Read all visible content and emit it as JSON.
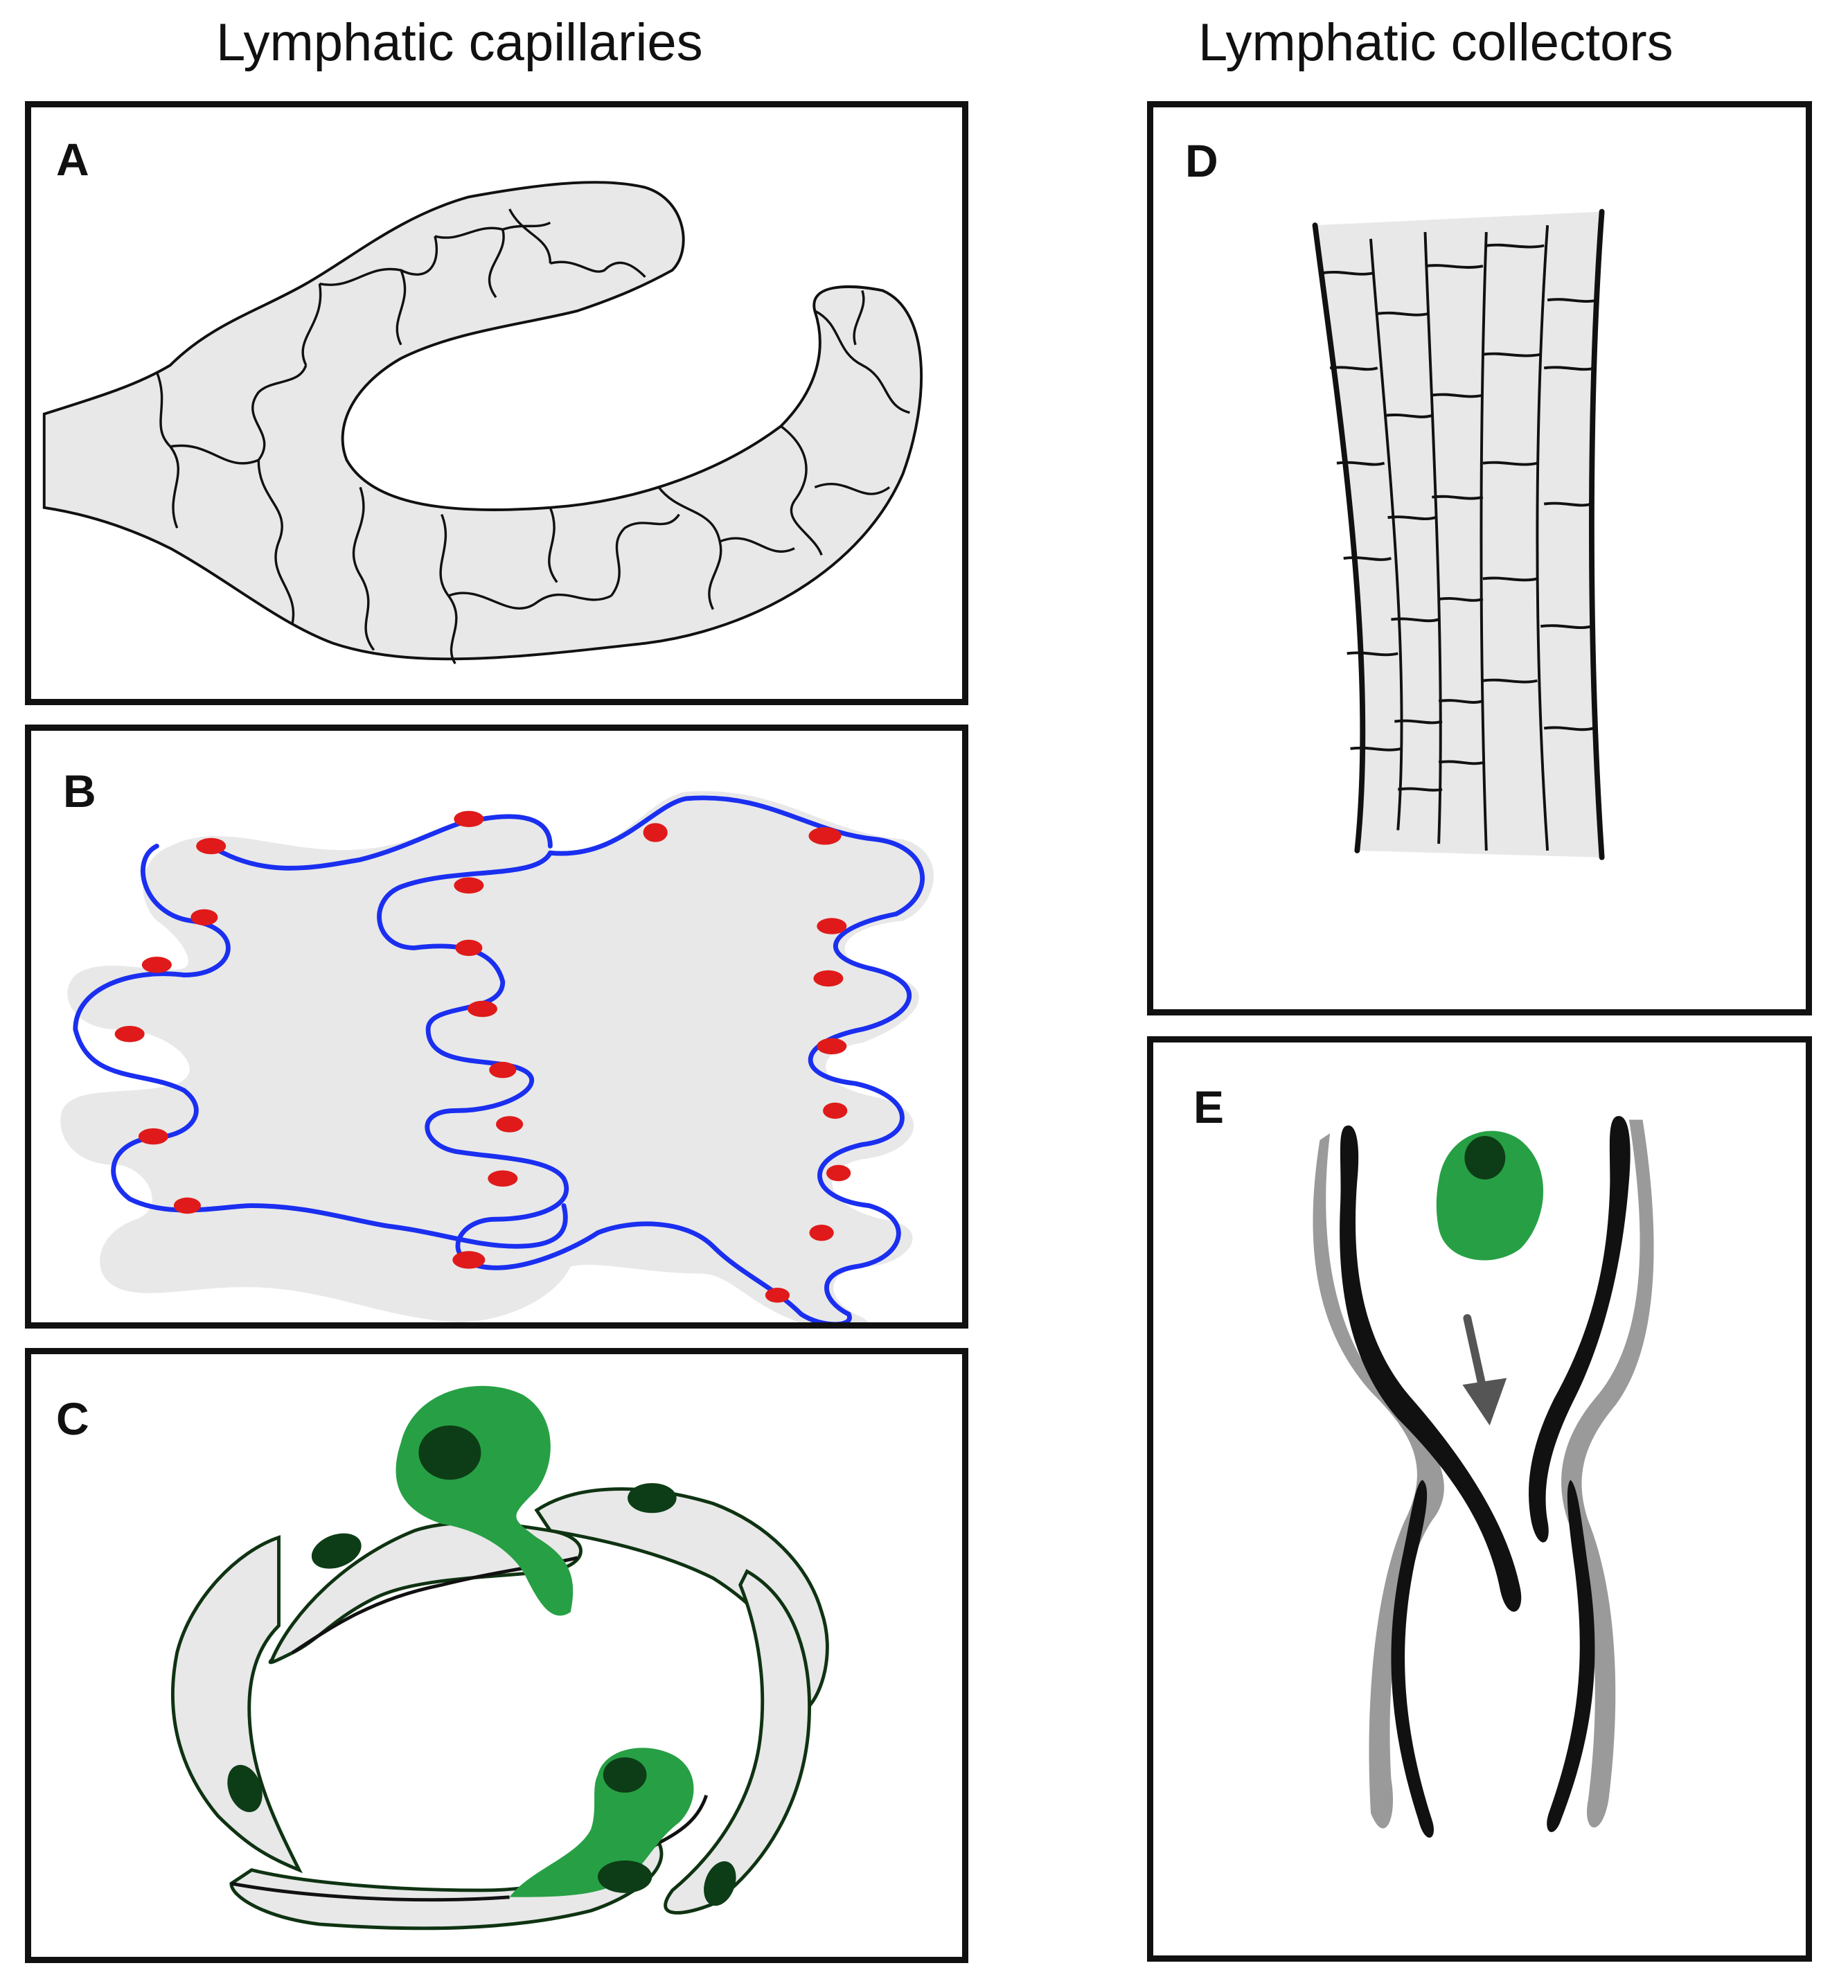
{
  "headings": {
    "left": "Lymphatic capillaries",
    "right": "Lymphatic collectors"
  },
  "panels": {
    "a": {
      "label": "A"
    },
    "b": {
      "label": "B"
    },
    "c": {
      "label": "C"
    },
    "d": {
      "label": "D"
    },
    "e": {
      "label": "E"
    }
  },
  "colors": {
    "vessel_fill": "#e8e8e8",
    "outline": "#111111",
    "cell_membrane_blue": "#1a2ff0",
    "junction_red": "#e01a1a",
    "immune_cell_green": "#27a045",
    "nucleus_dark_green": "#0d3d16",
    "valve_shadow_gray": "#9a9a9a",
    "flow_arrow_gray": "#555555"
  }
}
